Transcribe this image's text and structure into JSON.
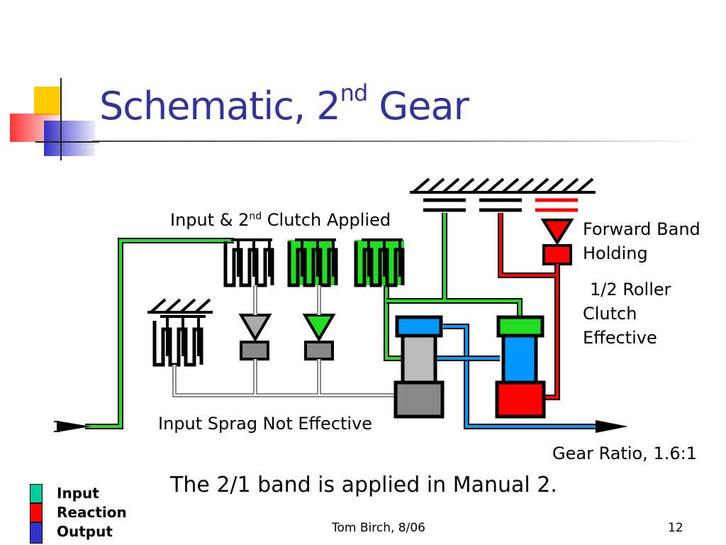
{
  "title": {
    "main": "Schematic, 2",
    "sup": "nd",
    "tail": " Gear"
  },
  "labels": {
    "clutch_applied": {
      "pre": "Input & 2",
      "sup": "nd",
      "post": " Clutch Applied"
    },
    "forward_band": [
      "Forward Band",
      "Holding"
    ],
    "roller_clutch": [
      "1/2 Roller",
      "Clutch",
      "Effective"
    ],
    "input_sprag": "Input Sprag Not Effective",
    "gear_ratio": "Gear Ratio, 1.6:1"
  },
  "note": "The 2/1 band is applied in Manual 2.",
  "legend": [
    {
      "label": "Input",
      "color": "#00cc99"
    },
    {
      "label": "Reaction",
      "color": "#ff0000"
    },
    {
      "label": "Output",
      "color": "#3333cc"
    }
  ],
  "footer": {
    "author": "Tom Birch, 8/06",
    "page": "12"
  },
  "colors": {
    "input": "#22dd22",
    "reaction": "#ff0000",
    "output": "#0099ff",
    "inactive": "#999999",
    "title": "#333399"
  }
}
